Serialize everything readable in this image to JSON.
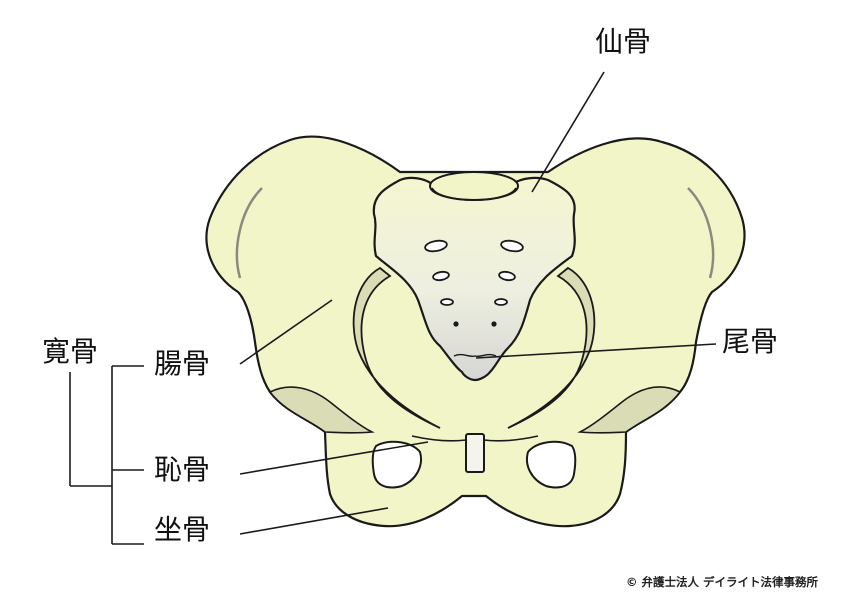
{
  "labels": {
    "sacrum": "仙骨",
    "coccyx": "尾骨",
    "hip_bone": "寛骨",
    "ilium": "腸骨",
    "pubis": "恥骨",
    "ischium": "坐骨"
  },
  "copyright": "© 弁護士法人 デイライト法律事務所",
  "colors": {
    "bone": "#f2f5c8",
    "bone_shadow": "#d9dcb4",
    "outline": "#1a1a1a",
    "sacrum_grad_top": "#f4f6d0",
    "sacrum_grad_bottom": "#dcdcd8"
  }
}
